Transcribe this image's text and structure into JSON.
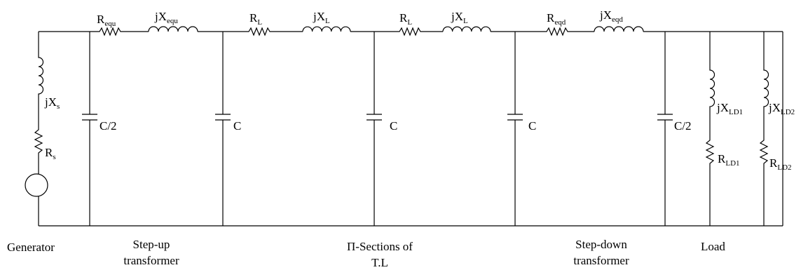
{
  "components": {
    "R_equ": {
      "main": "R",
      "sub": "equ"
    },
    "jX_equ": {
      "main": "jX",
      "sub": "equ"
    },
    "R_L_1": {
      "main": "R",
      "sub": "L"
    },
    "jX_L_1": {
      "main": "jX",
      "sub": "L"
    },
    "R_L_2": {
      "main": "R",
      "sub": "L"
    },
    "jX_L_2": {
      "main": "jX",
      "sub": "L"
    },
    "R_eqd": {
      "main": "R",
      "sub": "eqd"
    },
    "jX_eqd": {
      "main": "jX",
      "sub": "eqd"
    },
    "jX_s": {
      "main": "jX",
      "sub": "s"
    },
    "R_s": {
      "main": "R",
      "sub": "s"
    },
    "cap_1": {
      "main": "C/2"
    },
    "cap_2": {
      "main": "C"
    },
    "cap_3": {
      "main": "C"
    },
    "cap_4": {
      "main": "C"
    },
    "cap_5": {
      "main": "C/2"
    },
    "jX_LD1": {
      "main": "jX",
      "sub": "LD1"
    },
    "R_LD1": {
      "main": "R",
      "sub": "LD1"
    },
    "jX_LD2": {
      "main": "jX",
      "sub": "LD2"
    },
    "R_LD2": {
      "main": "R",
      "sub": "LD2"
    }
  },
  "captions": {
    "generator": "Generator",
    "step_up_line1": "Step-up",
    "step_up_line2": "transformer",
    "pi_line1": "Π-Sections of",
    "pi_line2": "T.L",
    "step_down_line1": "Step-down",
    "step_down_line2": "transformer",
    "load": "Load"
  }
}
